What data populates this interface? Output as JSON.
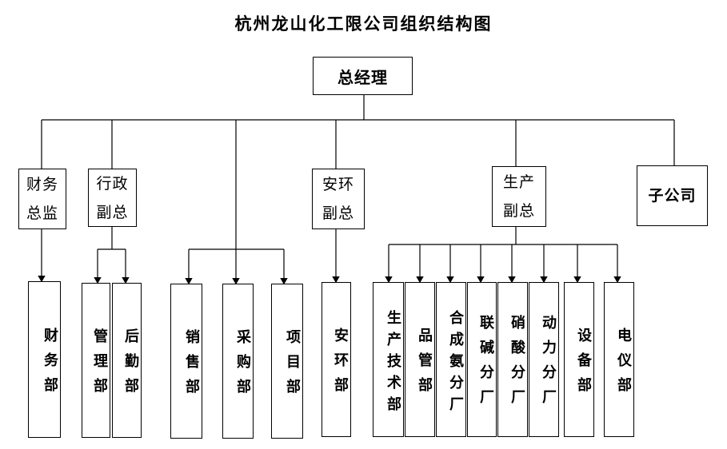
{
  "title": "杭州龙山化工限公司组织结构图",
  "top": {
    "label": "总经理"
  },
  "level2": [
    {
      "line1": "财务",
      "line2": "总监"
    },
    {
      "line1": "行政",
      "line2": "副总"
    },
    {
      "line1": "安环",
      "line2": "副总"
    },
    {
      "line1": "生产",
      "line2": "副总"
    },
    {
      "line1": "子公司",
      "line2": ""
    }
  ],
  "departments": [
    "财务部",
    "管理部",
    "后勤部",
    "销售部",
    "采购部",
    "项目部",
    "安环部",
    "生产技术部",
    "品管部",
    "合成氨分厂",
    "联碱分厂",
    "硝酸分厂",
    "动力分厂",
    "设备部",
    "电仪部"
  ]
}
